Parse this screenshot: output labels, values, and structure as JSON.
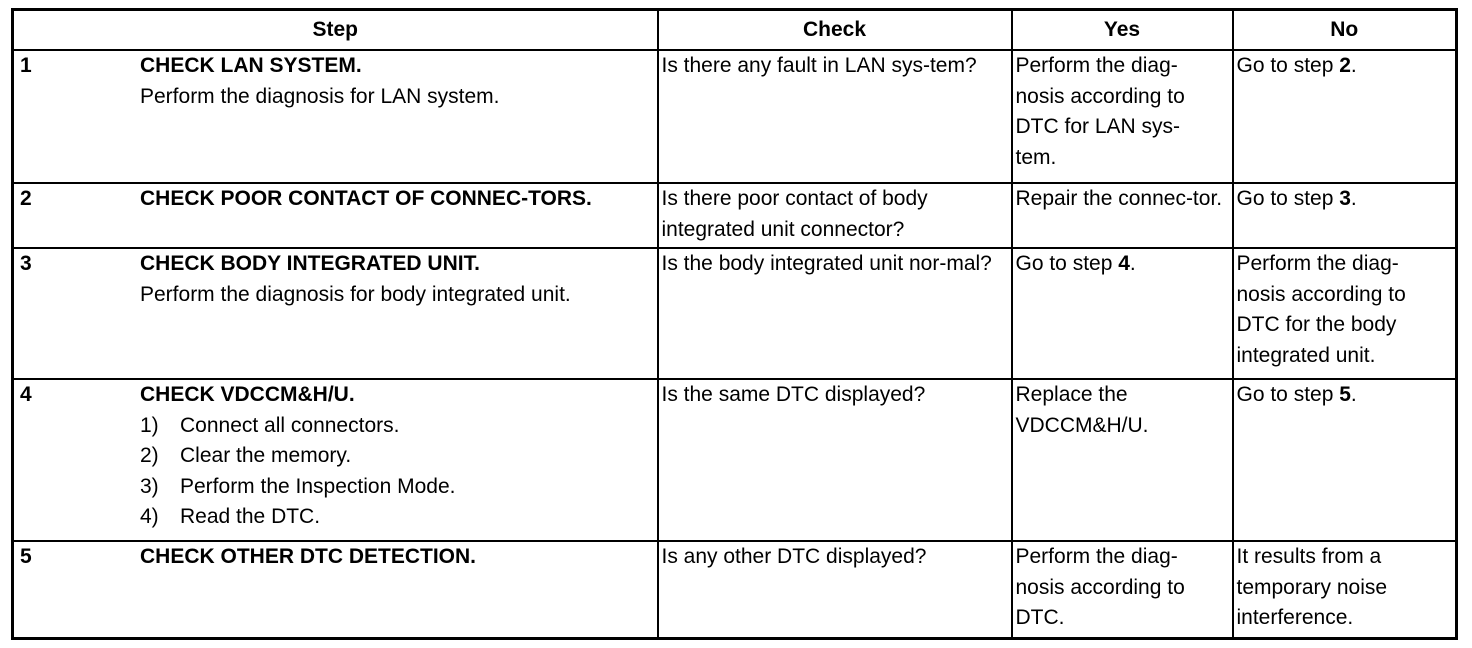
{
  "headers": {
    "step": "Step",
    "check": "Check",
    "yes": "Yes",
    "no": "No"
  },
  "rows": [
    {
      "num": "1",
      "title": "CHECK LAN SYSTEM.",
      "desc": "Perform the diagnosis for LAN system.",
      "check": "Is there any fault in LAN sys-tem?",
      "yes": "Perform the diag-nosis according to DTC for LAN sys-tem.",
      "no_prefix": "Go to step ",
      "no_step": "2",
      "no_suffix": "."
    },
    {
      "num": "2",
      "title": "CHECK POOR CONTACT OF CONNEC-TORS.",
      "check": "Is there poor contact of body integrated unit connector?",
      "yes": "Repair the connec-tor.",
      "no_prefix": "Go to step ",
      "no_step": "3",
      "no_suffix": "."
    },
    {
      "num": "3",
      "title": "CHECK BODY INTEGRATED UNIT.",
      "desc": "Perform the diagnosis for body integrated unit.",
      "check": "Is the body integrated unit nor-mal?",
      "yes_prefix": "Go to step ",
      "yes_step": "4",
      "yes_suffix": ".",
      "no": "Perform the diag-nosis according to DTC for the body integrated unit."
    },
    {
      "num": "4",
      "title": "CHECK VDCCM&H/U.",
      "substeps": [
        {
          "n": "1)",
          "text": "Connect all connectors."
        },
        {
          "n": "2)",
          "text": "Clear the memory."
        },
        {
          "n": "3)",
          "text": "Perform the Inspection Mode."
        },
        {
          "n": "4)",
          "text": "Read the DTC."
        }
      ],
      "check": "Is the same DTC displayed?",
      "yes": "Replace the VDCCM&H/U.",
      "no_prefix": "Go to step ",
      "no_step": "5",
      "no_suffix": "."
    },
    {
      "num": "5",
      "title": "CHECK OTHER DTC DETECTION.",
      "check": "Is any other DTC displayed?",
      "yes": "Perform the diag-nosis according to DTC.",
      "no": "It results from a temporary noise interference."
    }
  ]
}
